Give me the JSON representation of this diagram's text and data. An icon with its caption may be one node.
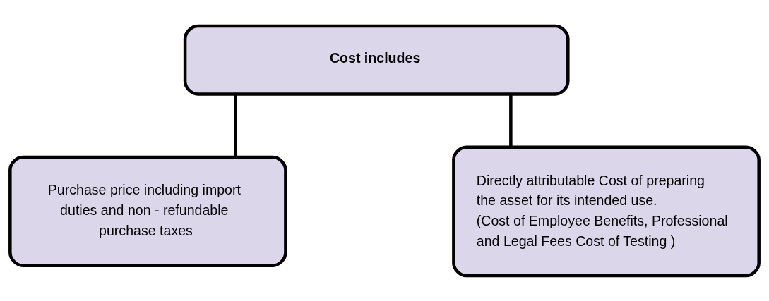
{
  "diagram": {
    "nodes": [
      {
        "text": [
          "Cost includes"
        ]
      },
      {
        "text": [
          "Purchase price including import duties and non - refundable purchase taxes"
        ]
      },
      {
        "text": [
          "Directly attributable Cost of preparing the asset for its intended use.",
          "(Cost of Employee Benefits, Professional and Legal Fees Cost of Testing )"
        ]
      }
    ],
    "edges": [
      {
        "from": 0,
        "to": 1,
        "arrow": "none"
      },
      {
        "from": 0,
        "to": 2,
        "arrow": "none"
      }
    ]
  }
}
